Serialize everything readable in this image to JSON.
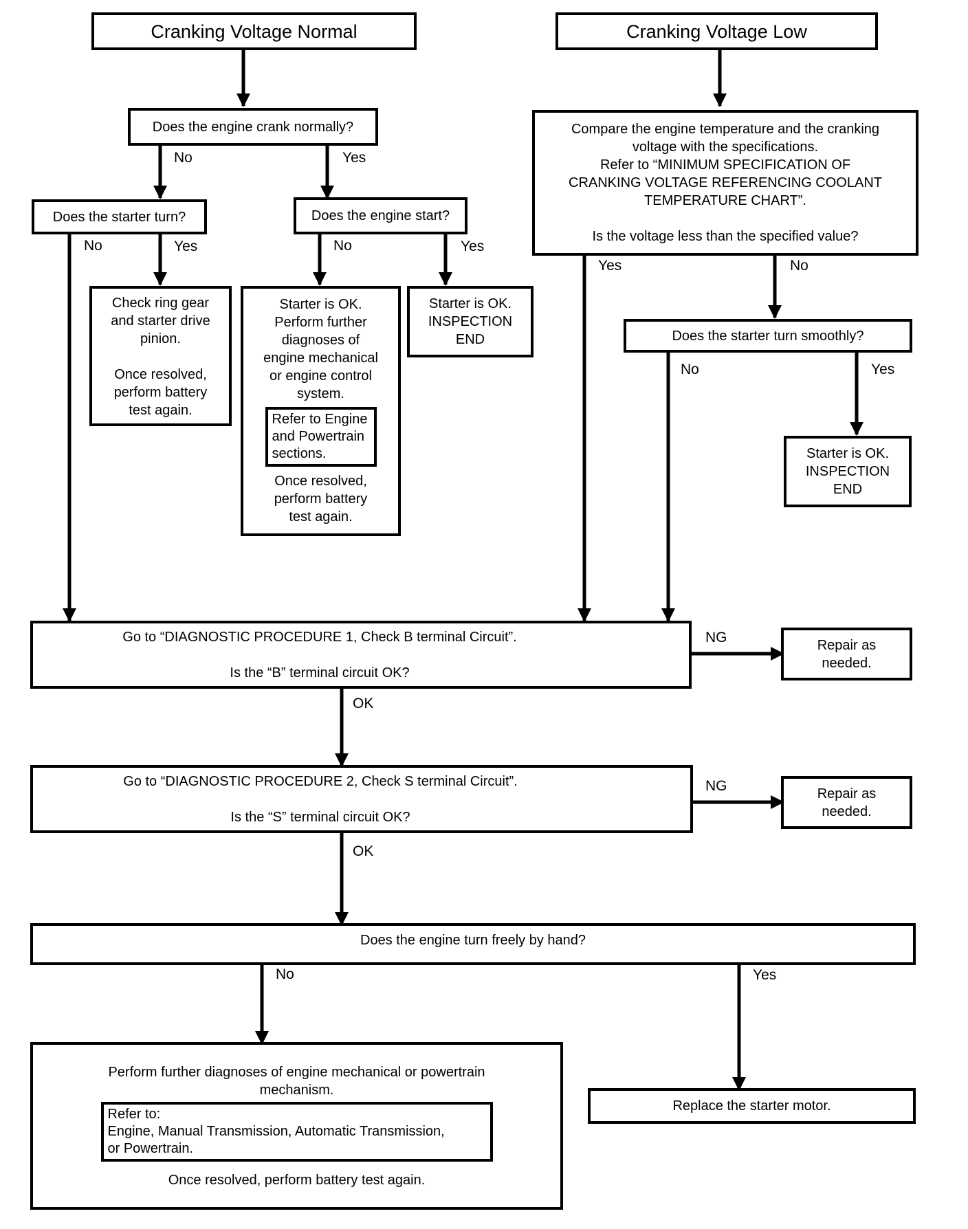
{
  "labels": {
    "no": "No",
    "yes": "Yes",
    "ng": "NG",
    "ok": "OK"
  },
  "nodes": {
    "cranking_normal": "Cranking Voltage Normal",
    "cranking_low": "Cranking Voltage Low",
    "crank_normally": "Does the engine crank normally?",
    "compare": {
      "line1": "Compare the engine temperature and the cranking",
      "line2": "voltage with the specifications.",
      "line3": "Refer to “MINIMUM SPECIFICATION OF",
      "line4": "CRANKING VOLTAGE REFERENCING COOLANT",
      "line5": "TEMPERATURE CHART”.",
      "line6": "Is the voltage less than the specified value?"
    },
    "starter_turn": "Does the starter turn?",
    "engine_start": "Does the engine start?",
    "check_ring": {
      "line1": "Check ring gear",
      "line2": "and starter drive",
      "line3": "pinion.",
      "line4": "Once resolved,",
      "line5": "perform battery",
      "line6": "test again."
    },
    "starter_ok_further": {
      "line1": "Starter is OK.",
      "line2": "Perform further",
      "line3": "diagnoses of",
      "line4": "engine mechanical",
      "line5": "or engine control",
      "line6": "system.",
      "ref1": "Refer to Engine",
      "ref2": "and Powertrain",
      "ref3": "sections.",
      "line7": "Once resolved,",
      "line8": "perform battery",
      "line9": "test again."
    },
    "starter_ok_end_1": {
      "line1": "Starter is OK.",
      "line2": "INSPECTION",
      "line3": "END"
    },
    "turn_smoothly": "Does the starter turn smoothly?",
    "starter_ok_end_2": {
      "line1": "Starter is OK.",
      "line2": "INSPECTION",
      "line3": "END"
    },
    "proc1": {
      "line1": "Go to “DIAGNOSTIC PROCEDURE 1, Check B terminal Circuit”.",
      "line2": "Is the “B” terminal circuit OK?"
    },
    "repair1": {
      "line1": "Repair as",
      "line2": "needed."
    },
    "proc2": {
      "line1": "Go to “DIAGNOSTIC PROCEDURE 2, Check S terminal Circuit”.",
      "line2": "Is the “S” terminal circuit OK?"
    },
    "repair2": {
      "line1": "Repair as",
      "line2": "needed."
    },
    "turn_freely": "Does the engine turn freely by hand?",
    "further_diag": {
      "line1": "Perform further diagnoses of engine mechanical or powertrain",
      "line2": "mechanism.",
      "ref1": "Refer to:",
      "ref2": "Engine, Manual Transmission, Automatic Transmission,",
      "ref3": "or Powertrain.",
      "line3": "Once resolved, perform battery test again."
    },
    "replace": "Replace the starter motor."
  }
}
